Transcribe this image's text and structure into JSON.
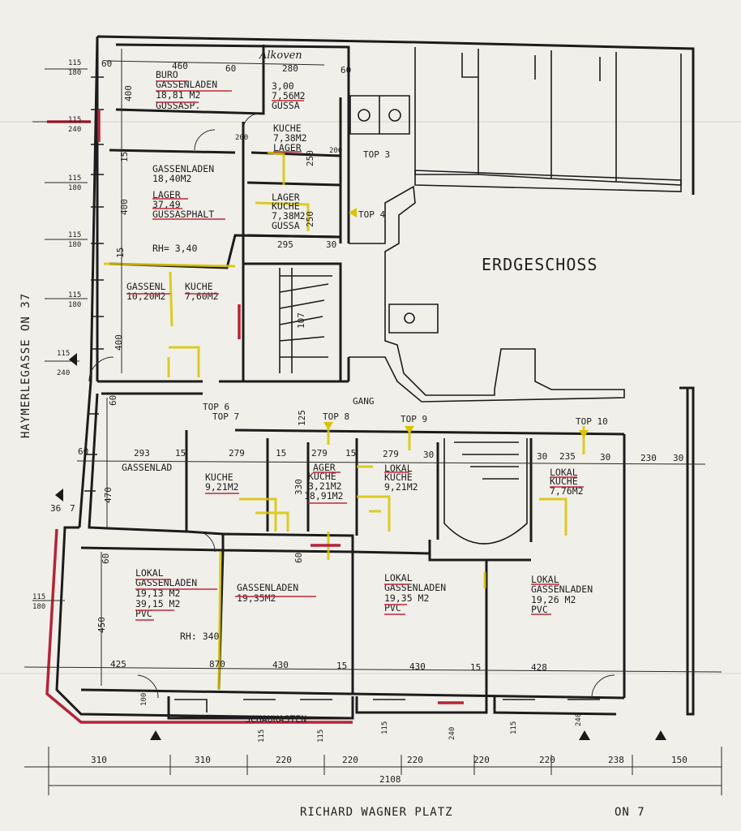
{
  "title": "ERDGESCHOSS",
  "street_left": "HAYMERLEGASSE   ON 37",
  "street_bottom": "RICHARD WAGNER PLATZ",
  "street_bottom_no": "ON 7",
  "handwritten": "Alkoven",
  "gang": "GANG",
  "rooms": [
    {
      "lines": [
        "BURO",
        "GASSENLADEN",
        "18,81 M2",
        "GUSSASP."
      ]
    },
    {
      "lines": [
        "3,00",
        "7,56M2",
        "GUSSA"
      ]
    },
    {
      "lines": [
        "KUCHE",
        "7,38M2",
        "LAGER"
      ]
    },
    {
      "lines": [
        "GASSENLADEN",
        "18,40M2",
        "LAGER",
        "37,49",
        "GUSSASPHALT"
      ]
    },
    {
      "lines": [
        "LAGER",
        "KUCHE",
        "7,38M2",
        "GUSSA"
      ]
    },
    {
      "lines": [
        "RH= 3,40"
      ]
    },
    {
      "lines": [
        "GASSENL",
        "10,20M2"
      ]
    },
    {
      "lines": [
        "KUCHE",
        "7,60M2"
      ]
    },
    {
      "lines": [
        "GASSENLAD"
      ]
    },
    {
      "lines": [
        "KUCHE",
        "9,21M2"
      ]
    },
    {
      "lines": [
        "AGER",
        "KUCHE",
        "3,21M2",
        "18,91M2"
      ]
    },
    {
      "lines": [
        "LOKAL",
        "KUCHE",
        "9,21M2"
      ]
    },
    {
      "lines": [
        "LOKAL",
        "KUCHE",
        "7,76M2"
      ]
    },
    {
      "lines": [
        "LOKAL",
        "GASSENLADEN",
        "19,13 M2",
        "39,15 M2",
        "PVC"
      ]
    },
    {
      "lines": [
        "RH: 340"
      ]
    },
    {
      "lines": [
        "GASSENLADEN",
        "19,35M2"
      ]
    },
    {
      "lines": [
        "LOKAL",
        "GASSENLADEN",
        "19,35 M2",
        "PVC"
      ]
    },
    {
      "lines": [
        "LOKAL",
        "GASSENLADEN",
        "19,26 M2",
        "PVC"
      ]
    },
    {
      "lines": [
        "SCHAUKASTEN"
      ]
    }
  ],
  "tops": [
    "TOP 3",
    "TOP 4",
    "TOP 6",
    "TOP 7",
    "TOP 8",
    "TOP 9",
    "TOP 10"
  ],
  "dims_top": [
    "60",
    "460",
    "60",
    "280",
    "60"
  ],
  "dims_left": [
    "400",
    "15",
    "400",
    "15",
    "400",
    "470",
    "60",
    "450"
  ],
  "dims_row": [
    "293",
    "15",
    "279",
    "15",
    "279",
    "15",
    "279",
    "30",
    "30",
    "235",
    "30",
    "230",
    "30"
  ],
  "dims_mid": [
    "60",
    "60",
    "60",
    "425",
    "870",
    "430",
    "15",
    "430",
    "15",
    "428",
    "295",
    "30",
    "250",
    "250",
    "125",
    "330",
    "107",
    "36",
    "7"
  ],
  "dims_bottom": [
    "310",
    "310",
    "220",
    "220",
    "220",
    "220",
    "220",
    "238",
    "150"
  ],
  "dim_total": "2108",
  "window_marks": [
    "115",
    "180",
    "240",
    "200",
    "100"
  ]
}
